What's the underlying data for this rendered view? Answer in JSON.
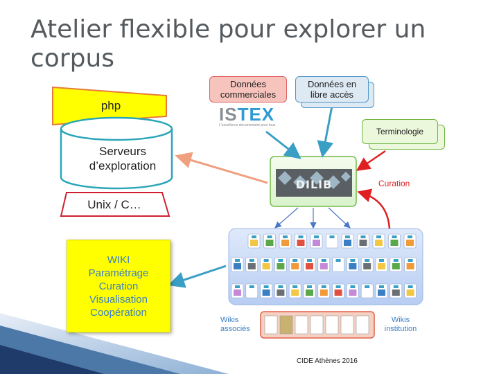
{
  "slide": {
    "title": "Atelier flexible pour explorer un corpus",
    "footer": "CIDE Athènes 2016"
  },
  "stack": {
    "top_label": "php",
    "server_lines": [
      "Serveurs",
      "d’exploration"
    ],
    "bottom_label": "Unix / C…"
  },
  "sources": {
    "commercial": [
      "Données",
      "commerciales"
    ],
    "open": [
      "Données en",
      "libre accès"
    ],
    "terminology": "Terminologie",
    "istex_logo_a": "IS",
    "istex_logo_b": "TEX",
    "istex_tagline": "L'excellence documentaire pour tous"
  },
  "hub": {
    "logo_text": "DILIB",
    "curation_label": "Curation"
  },
  "wiki_box": {
    "lines": [
      "WIKI",
      "Paramétrage",
      "Curation",
      "Visualisation",
      "Coopération"
    ]
  },
  "bottom": {
    "wikis_associated": "Wikis associés",
    "wikis_institution": "Wikis institution"
  },
  "colors": {
    "title": "#555a5e",
    "php_fill": "#ffff00",
    "php_border": "#e8793a",
    "server_border": "#2aa6b8",
    "unix_border": "#d02030",
    "blue_arrow": "#3a9fc4",
    "red_arrow": "#e02020",
    "salmon_arrow": "#f0a080",
    "wiki_fill": "#ffff00",
    "wiki_text": "#3a7fc4"
  }
}
